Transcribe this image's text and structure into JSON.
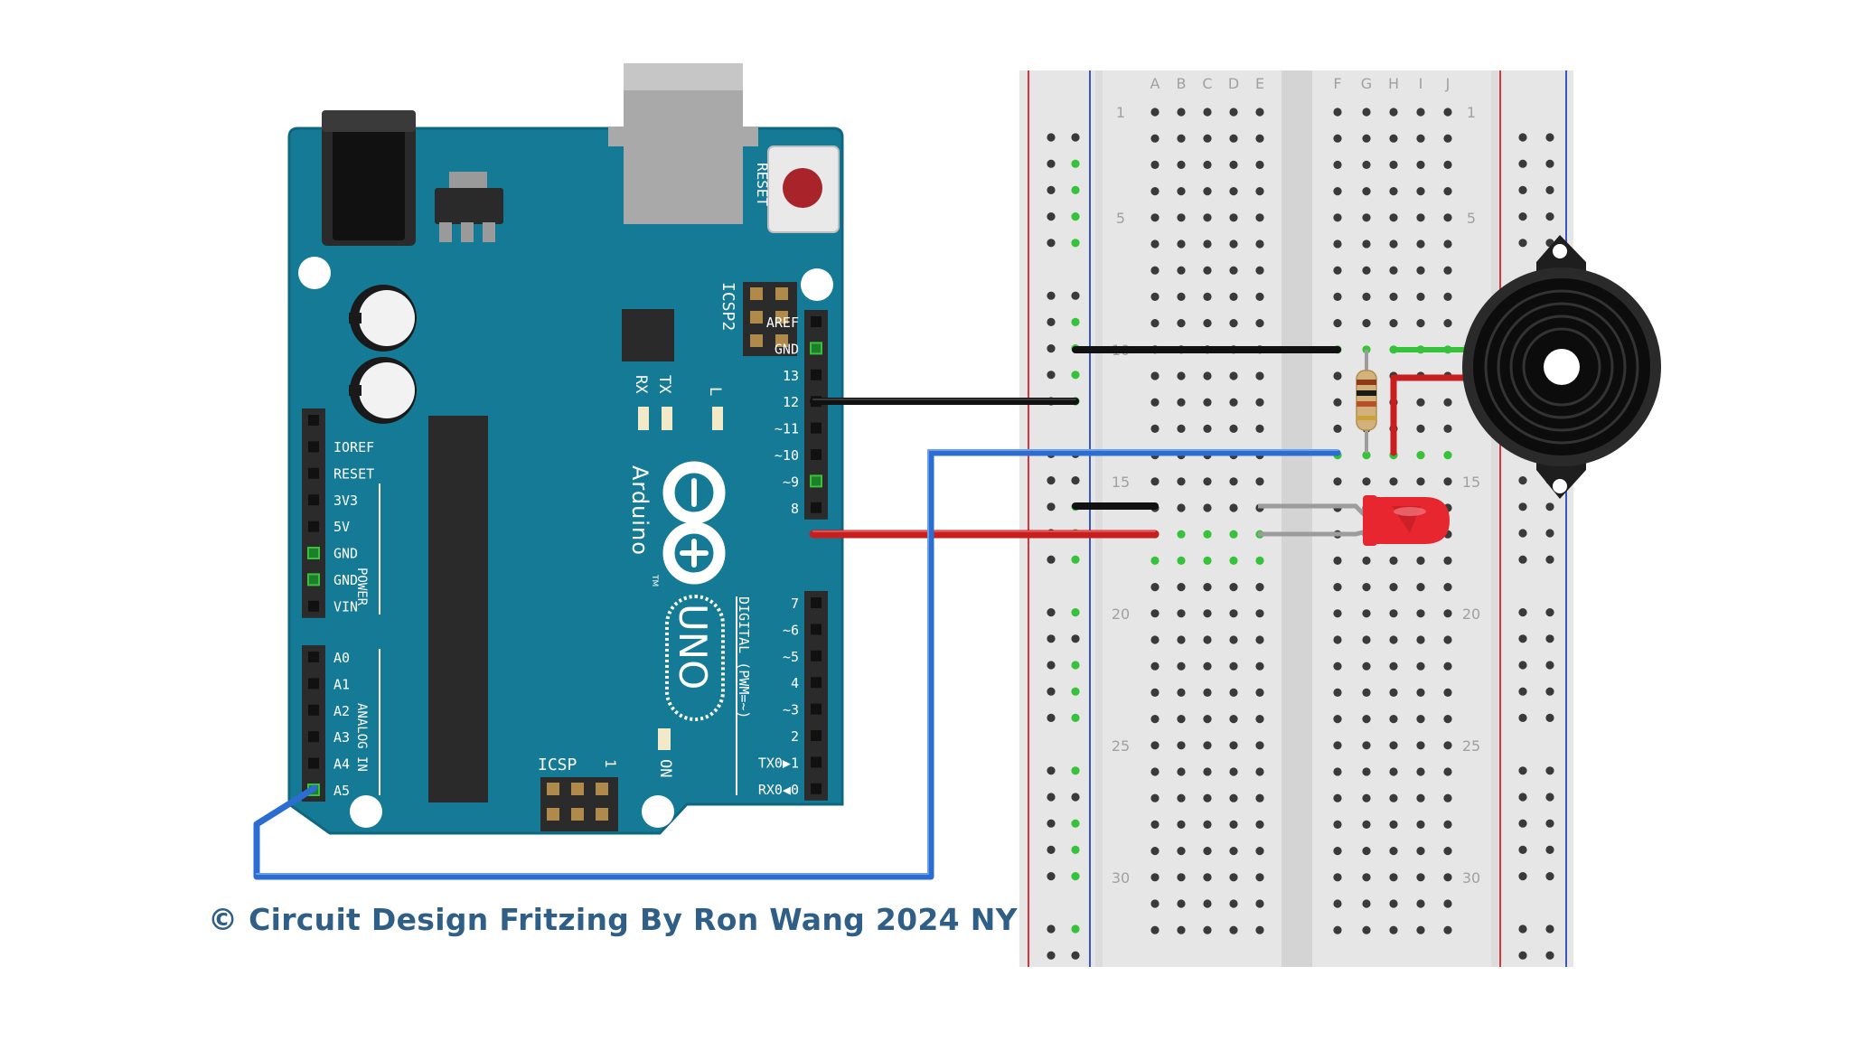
{
  "credit": "© Circuit Design Fritzing  By Ron Wang 2024 NY",
  "colors": {
    "board": "#157a96",
    "board_edge": "#0f6680",
    "board_label": "#ffffff",
    "header": "#2b2b2b",
    "breadboard": "#e6e6e6",
    "breadboard_channel": "#d4d4d4",
    "hole": "#3a3a3a",
    "hole_connected": "#37c23b",
    "rail_red": "#d9343a",
    "rail_blue": "#3a56c4",
    "label_grey": "#a0a0a0",
    "wire_black": "#1e1e1e",
    "wire_red": "#c81e1e",
    "wire_blue": "#2c6dd2",
    "lead_grey": "#9c9c9c",
    "led_red": "#e8262f",
    "buzzer": "#222222",
    "credit": "#2f5e86"
  },
  "arduino": {
    "brand": "Arduino",
    "model": "UNO",
    "tm": "TM",
    "reset": "RESET",
    "icsp2": "ICSP2",
    "icsp": "ICSP",
    "icsp_pin1": "1",
    "on": "ON",
    "led_l": "L",
    "led_tx": "TX",
    "led_rx": "RX",
    "digital_label": "DIGITAL (PWM=~)",
    "power_label": "POWER",
    "analog_label": "ANALOG IN",
    "digital_pins": [
      "AREF",
      "GND",
      "13",
      "12",
      "~11",
      "~10",
      "~9",
      "8",
      "7",
      "~6",
      "~5",
      "4",
      "~3",
      "2",
      "TX0▶1",
      "RX0◀0"
    ],
    "power_pins": [
      "IOREF",
      "RESET",
      "3V3",
      "5V",
      "GND",
      "GND",
      "VIN"
    ],
    "analog_pins": [
      "A0",
      "A1",
      "A2",
      "A3",
      "A4",
      "A5"
    ]
  },
  "breadboard": {
    "columns_left": [
      "A",
      "B",
      "C",
      "D",
      "E"
    ],
    "columns_right": [
      "F",
      "G",
      "H",
      "I",
      "J"
    ],
    "row_numbers": [
      "1",
      "5",
      "10",
      "15",
      "20",
      "25",
      "30"
    ],
    "rows": 32
  },
  "components": {
    "buzzer": "piezo buzzer",
    "led": "red LED",
    "resistor": "resistor"
  }
}
